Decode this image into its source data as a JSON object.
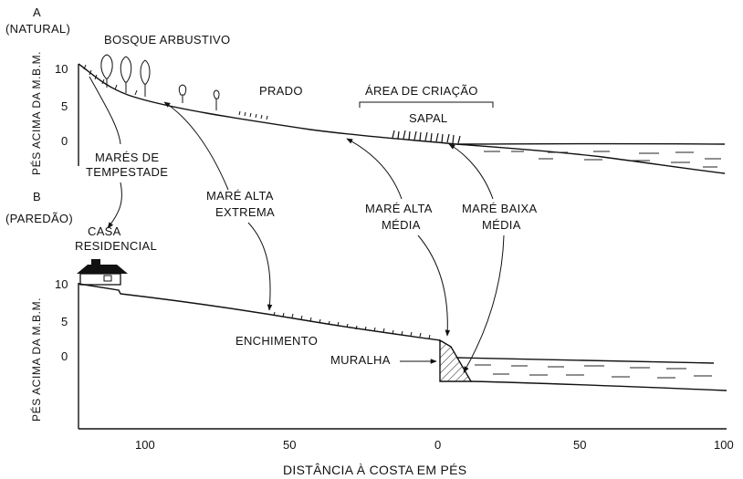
{
  "panel_a": {
    "letter": "A",
    "subtitle": "(NATURAL)",
    "y_axis_label": "PÉS ACIMA DA M.B.M.",
    "y_ticks": [
      "10",
      "5",
      "0"
    ],
    "labels": {
      "woodland": "BOSQUE ARBUSTIVO",
      "meadow": "PRADO",
      "breeding_area": "ÁREA DE CRIAÇÃO",
      "salt_marsh": "SAPAL"
    }
  },
  "panel_b": {
    "letter": "B",
    "subtitle": "(PAREDÃO)",
    "y_axis_label": "PÉS ACIMA DA M.B.M.",
    "y_ticks": [
      "10",
      "5",
      "0"
    ],
    "labels": {
      "house_line1": "CASA",
      "house_line2": "RESIDENCIAL",
      "fill": "ENCHIMENTO",
      "seawall": "MURALHA"
    }
  },
  "tides": {
    "storm_line1": "MARÉS DE",
    "storm_line2": "TEMPESTADE",
    "extreme_line1": "MARÉ ALTA",
    "extreme_line2": "EXTREMA",
    "mean_high_line1": "MARÉ ALTA",
    "mean_high_line2": "MÉDIA",
    "mean_low_line1": "MARÉ BAIXA",
    "mean_low_line2": "MÉDIA"
  },
  "x_axis": {
    "ticks": [
      "100",
      "50",
      "0",
      "50",
      "100"
    ],
    "label": "DISTÂNCIA À COSTA EM PÉS"
  }
}
